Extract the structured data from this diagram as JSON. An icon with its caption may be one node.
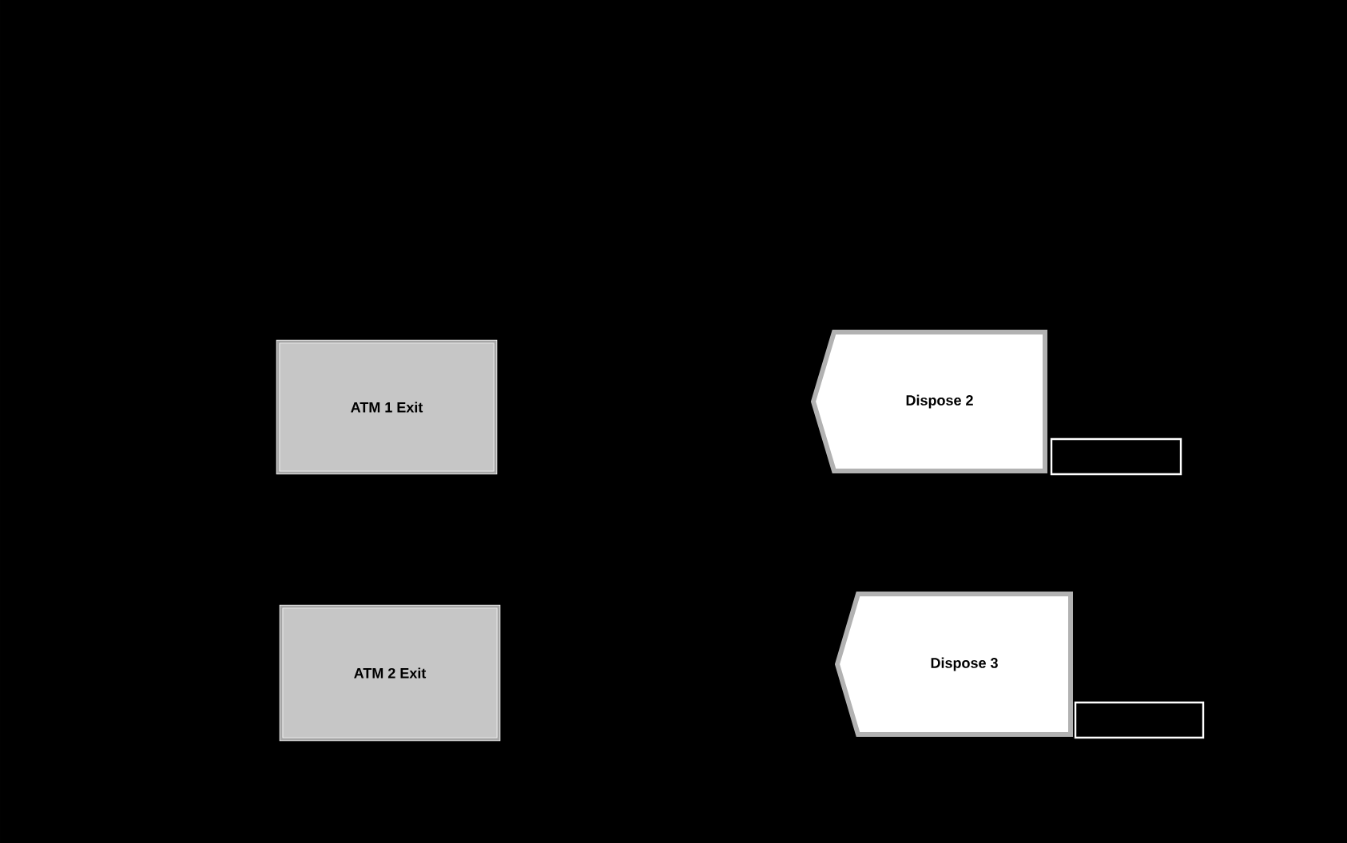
{
  "diagram": {
    "nodes": [
      {
        "text": [
          "ATM 1 Exit"
        ]
      },
      {
        "text": [
          "Dispose 2"
        ]
      },
      {
        "text": [],
        "shape": "box"
      },
      {
        "text": [
          "ATM 2 Exit"
        ]
      },
      {
        "text": [
          "Dispose 3"
        ]
      },
      {
        "text": [],
        "shape": "box"
      }
    ],
    "edges": []
  }
}
